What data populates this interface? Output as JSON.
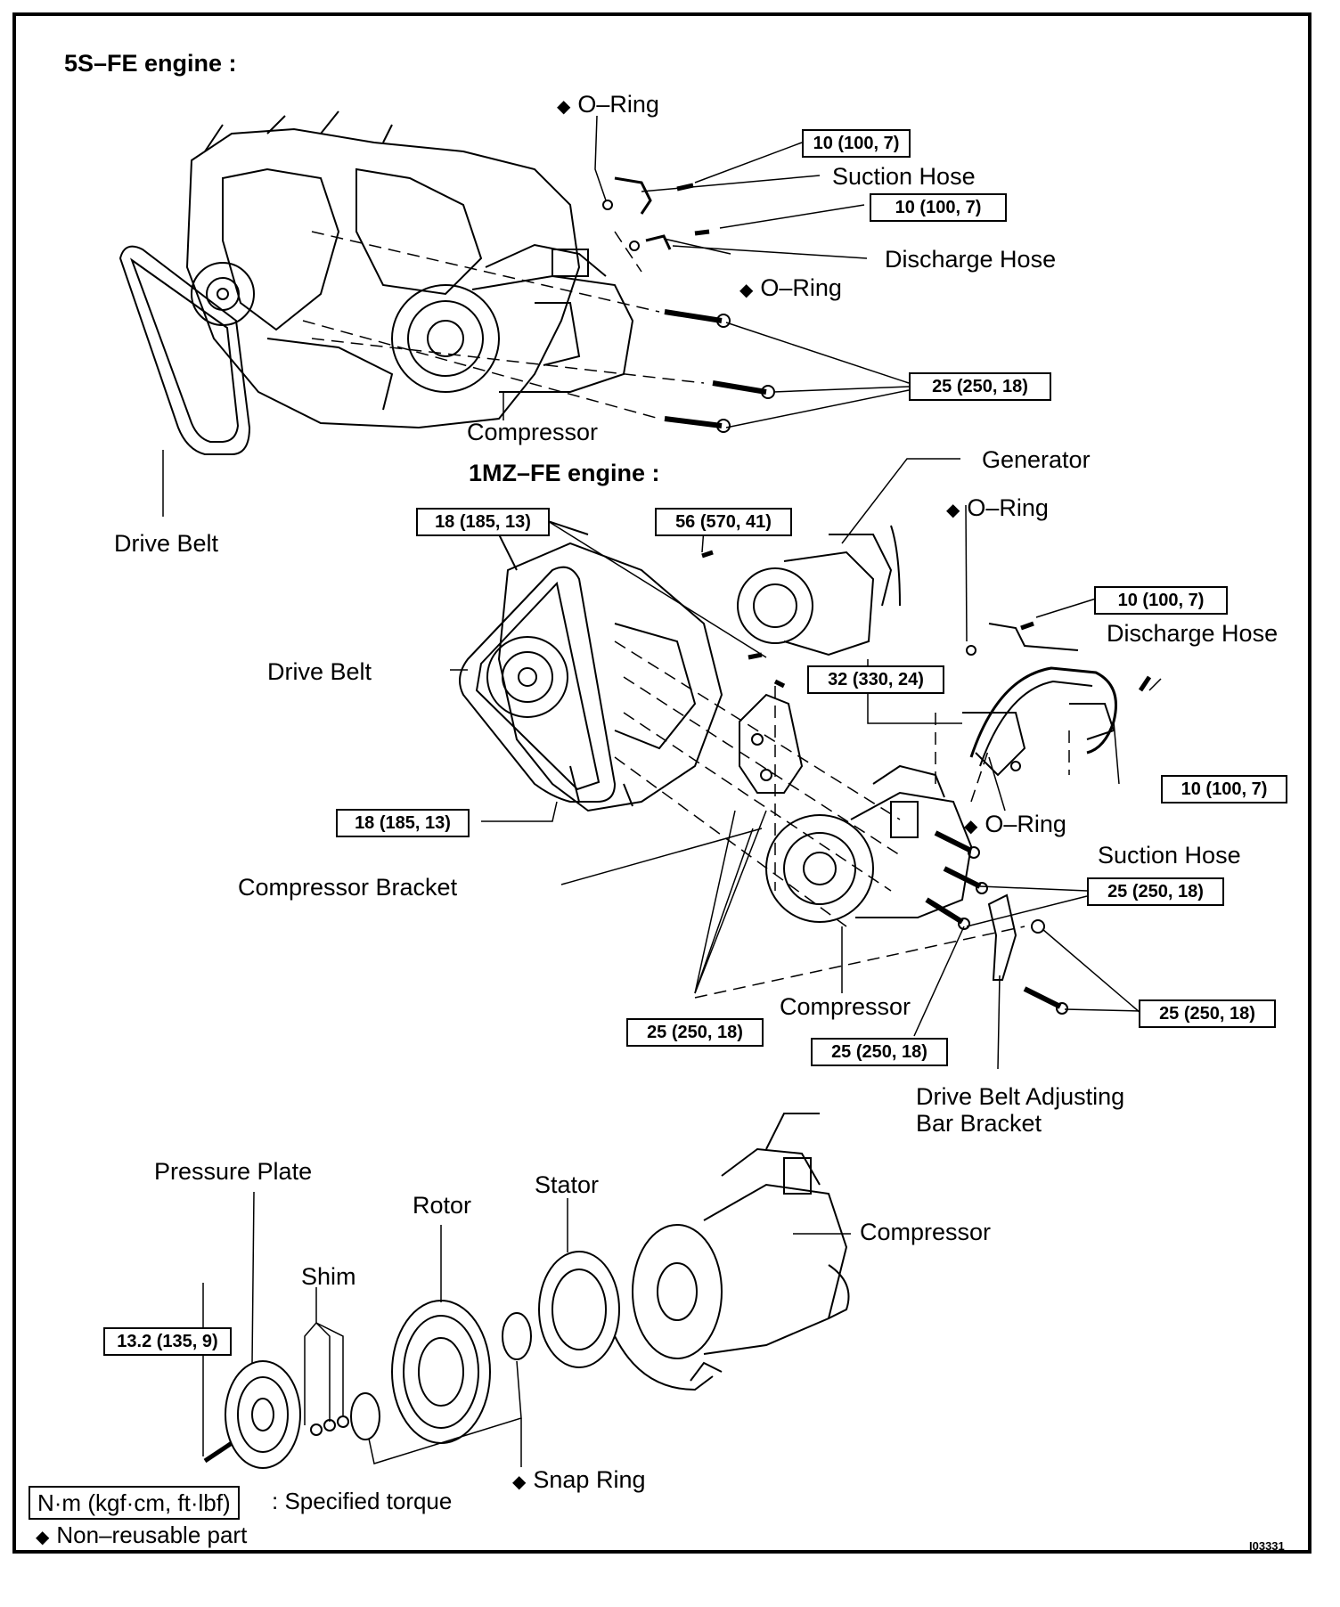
{
  "sections": {
    "s5": "5S–FE engine :",
    "mz": "1MZ–FE engine :"
  },
  "labels": {
    "oring_1": "O–Ring",
    "suction_hose_1": "Suction Hose",
    "discharge_hose_1": "Discharge Hose",
    "oring_2": "O–Ring",
    "compressor_1": "Compressor",
    "drive_belt_1": "Drive Belt",
    "generator": "Generator",
    "oring_3": "O–Ring",
    "discharge_hose_2": "Discharge Hose",
    "drive_belt_2": "Drive Belt",
    "oring_4": "O–Ring",
    "suction_hose_2": "Suction Hose",
    "compressor_bracket": "Compressor Bracket",
    "compressor_2": "Compressor",
    "adjusting_bracket_1": "Drive Belt Adjusting",
    "adjusting_bracket_2": "Bar Bracket",
    "pressure_plate": "Pressure Plate",
    "rotor": "Rotor",
    "stator": "Stator",
    "compressor_3": "Compressor",
    "shim": "Shim",
    "snap_ring": "Snap Ring"
  },
  "torques": {
    "t1": "10 (100, 7)",
    "t2": "10 (100, 7)",
    "t3": "25 (250, 18)",
    "t4": "18 (185, 13)",
    "t5": "56 (570, 41)",
    "t6": "10 (100, 7)",
    "t7": "32 (330, 24)",
    "t8": "10 (100, 7)",
    "t9": "18 (185, 13)",
    "t10": "25 (250, 18)",
    "t11": "25 (250, 18)",
    "t12": "25 (250, 18)",
    "t13": "25 (250, 18)",
    "t14": "13.2 (135, 9)"
  },
  "legend": {
    "unit_box": "N·m (kgf·cm, ft·lbf)",
    "unit_desc": ": Specified torque",
    "nonreusable": "Non–reusable part"
  },
  "figure_id": "I03331",
  "symbols": {
    "diamond": "◆"
  }
}
